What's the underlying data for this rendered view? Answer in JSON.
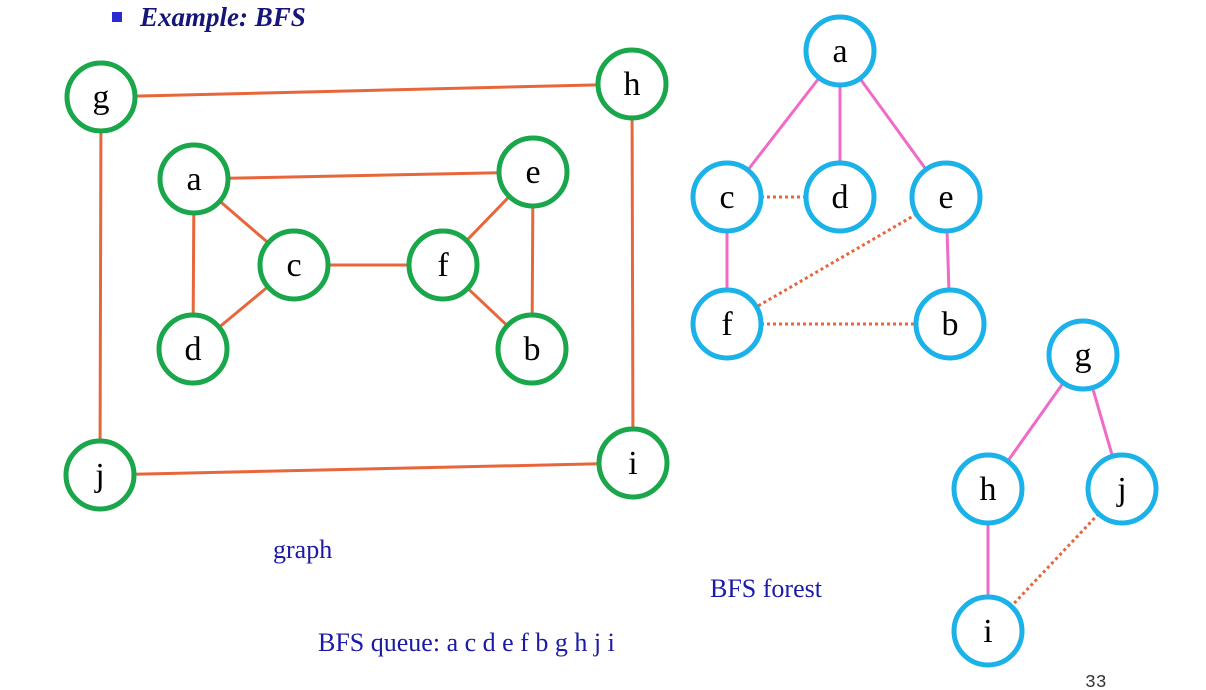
{
  "heading": "Example: BFS",
  "captions": {
    "graph": "graph",
    "forest": "BFS forest",
    "queue": "BFS queue: a c d e f b g h j i"
  },
  "page_number": "33",
  "colors": {
    "graph_node_border": "#1aa64a",
    "graph_edge": "#e8663c",
    "forest_node_border": "#1ab2e8",
    "tree_edge": "#f06ac8",
    "non_tree_edge": "#e8663c",
    "caption_text": "#1a1aa6"
  },
  "graph": {
    "nodes": [
      "g",
      "h",
      "a",
      "e",
      "c",
      "f",
      "d",
      "b",
      "j",
      "i"
    ],
    "edges": [
      [
        "g",
        "h"
      ],
      [
        "g",
        "j"
      ],
      [
        "h",
        "i"
      ],
      [
        "j",
        "i"
      ],
      [
        "a",
        "e"
      ],
      [
        "a",
        "c"
      ],
      [
        "a",
        "d"
      ],
      [
        "c",
        "d"
      ],
      [
        "c",
        "f"
      ],
      [
        "f",
        "e"
      ],
      [
        "f",
        "b"
      ],
      [
        "e",
        "b"
      ]
    ]
  },
  "forest": {
    "nodes": [
      "a",
      "c",
      "d",
      "e",
      "f",
      "b",
      "g",
      "h",
      "j",
      "i"
    ],
    "tree_edges": [
      [
        "a",
        "c"
      ],
      [
        "a",
        "d"
      ],
      [
        "a",
        "e"
      ],
      [
        "c",
        "f"
      ],
      [
        "e",
        "b"
      ],
      [
        "g",
        "h"
      ],
      [
        "g",
        "j"
      ],
      [
        "h",
        "i"
      ]
    ],
    "non_tree_edges": [
      [
        "c",
        "d"
      ],
      [
        "e",
        "f"
      ],
      [
        "f",
        "b"
      ],
      [
        "j",
        "i"
      ]
    ]
  }
}
